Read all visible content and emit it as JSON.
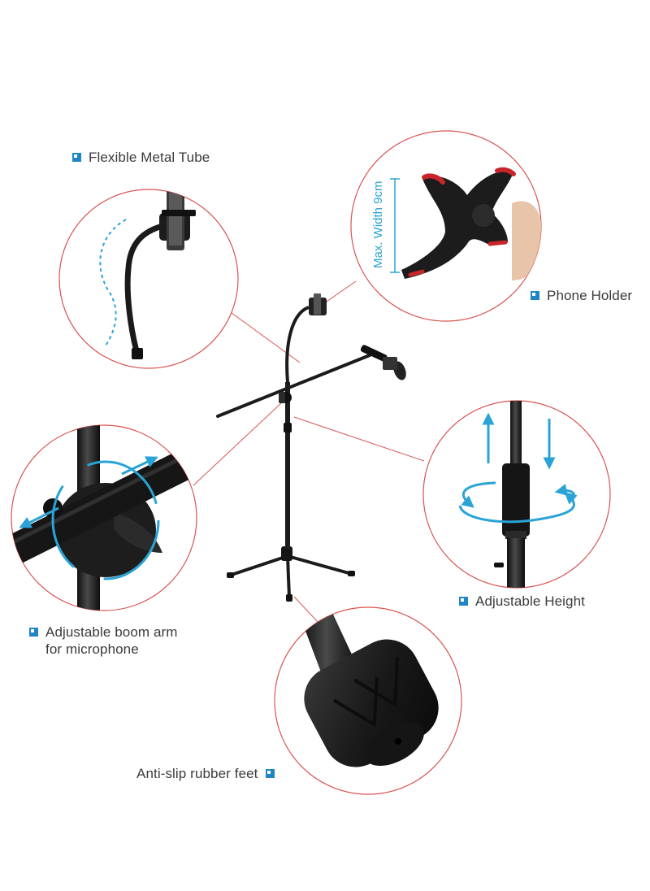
{
  "labels": {
    "flexible_tube": "Flexible Metal Tube",
    "phone_holder": "Phone Holder",
    "adjustable_height": "Adjustable Height",
    "boom_arm": "Adjustable boom arm\nfor microphone",
    "rubber_feet": "Anti-slip rubber feet"
  },
  "phone_holder_dimension": "Max. Width 9cm",
  "colors": {
    "callout_circle": "#d9534f",
    "bullet": "#1f86c6",
    "arrow": "#2aa3d6",
    "stand": "#1b1b1b",
    "clamp_accent": "#c8262a",
    "label_text": "#3b3b3b"
  },
  "icons": {
    "bullet": "square-bullet-icon",
    "rotate": "rotate-arrow-icon",
    "vertical_arrows": "up-down-arrow-icon"
  }
}
